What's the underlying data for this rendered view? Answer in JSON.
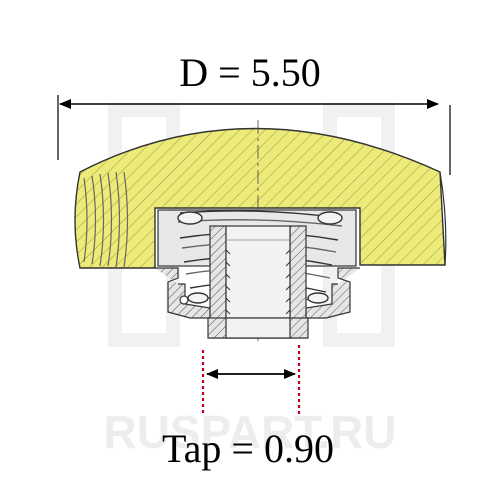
{
  "diagram": {
    "watermark": "RUSPART.RU",
    "dimensions": {
      "diameter_label": "D = 5.50",
      "tap_label": "Tap = 0.90"
    },
    "colors": {
      "knob_fill": "#ecea78",
      "hatch": "#9c9a3e",
      "metal_fill": "#e6e6e6",
      "outline": "#2a2a2a",
      "dim_line": "#000000",
      "centerline_red": "#c0001e",
      "watermark": "#ececec"
    }
  }
}
